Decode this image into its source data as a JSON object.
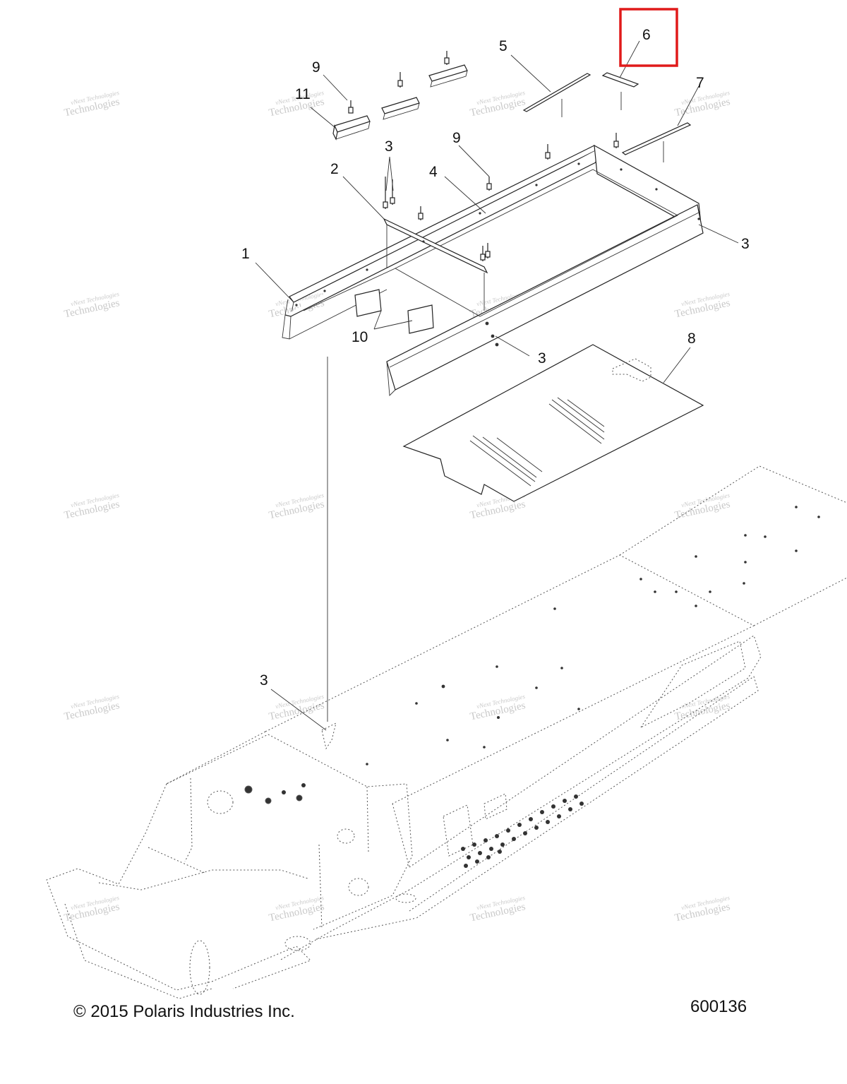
{
  "diagram": {
    "callouts": {
      "c1": "1",
      "c2": "2",
      "c3a": "3",
      "c3b": "3",
      "c3c": "3",
      "c3d": "3",
      "c4": "4",
      "c5": "5",
      "c6": "6",
      "c7": "7",
      "c8": "8",
      "c9a": "9",
      "c9b": "9",
      "c10": "10",
      "c11": "11"
    },
    "highlighted_callout": "6",
    "highlight_color": "#e01a1a"
  },
  "watermark": {
    "line1": "vNext Technologies",
    "line2": "Technologies"
  },
  "footer": {
    "copyright": "© 2015 Polaris Industries Inc.",
    "part_number": "600136"
  }
}
